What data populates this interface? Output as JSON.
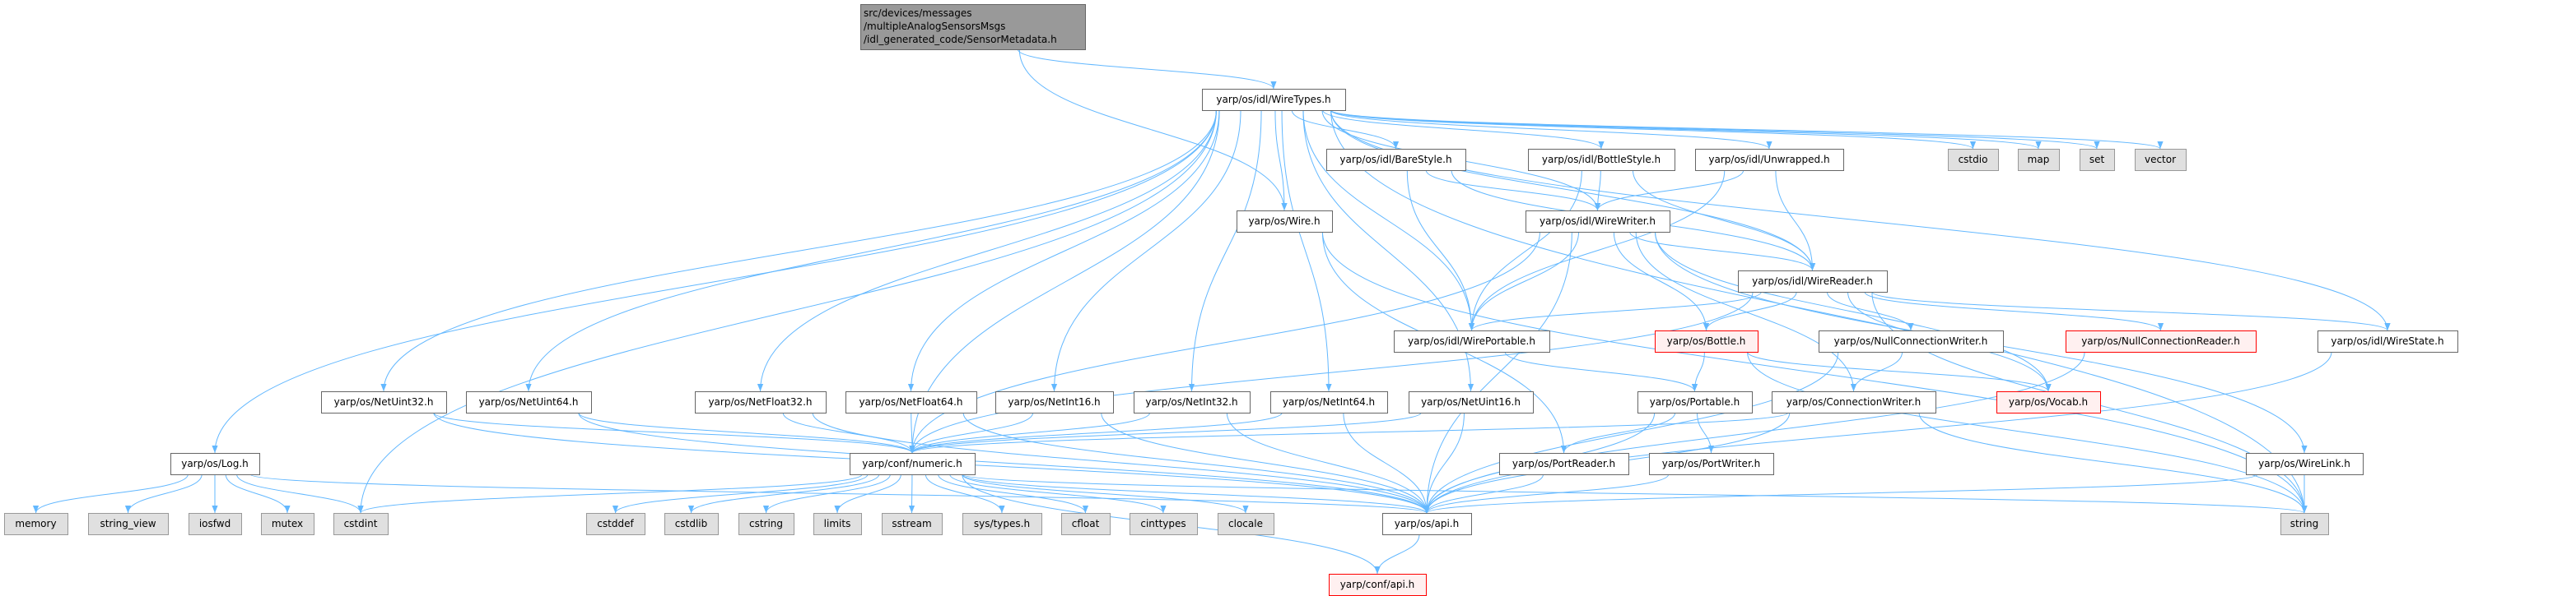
{
  "colors": {
    "edge": "#63b8ff",
    "root_fill": "#999999",
    "ext_fill": "#e0e0e0",
    "ext_stroke": "#999999",
    "file_stroke": "#666666",
    "red_fill": "#fff0f0",
    "red_stroke": "#ff0000"
  },
  "root": {
    "id": "root",
    "lines": [
      "src/devices/messages",
      "/multipleAnalogSensorsMsgs",
      "/idl_generated_code/SensorMetadata.h"
    ]
  },
  "nodes": [
    {
      "id": "WireTypes",
      "label": "yarp/os/idl/WireTypes.h",
      "kind": "file"
    },
    {
      "id": "BareStyle",
      "label": "yarp/os/idl/BareStyle.h",
      "kind": "file"
    },
    {
      "id": "BottleStyle",
      "label": "yarp/os/idl/BottleStyle.h",
      "kind": "file"
    },
    {
      "id": "Unwrapped",
      "label": "yarp/os/idl/Unwrapped.h",
      "kind": "file"
    },
    {
      "id": "cstdio",
      "label": "cstdio",
      "kind": "ext"
    },
    {
      "id": "map",
      "label": "map",
      "kind": "ext"
    },
    {
      "id": "set",
      "label": "set",
      "kind": "ext"
    },
    {
      "id": "vector",
      "label": "vector",
      "kind": "ext"
    },
    {
      "id": "Wire",
      "label": "yarp/os/Wire.h",
      "kind": "file"
    },
    {
      "id": "WireWriter",
      "label": "yarp/os/idl/WireWriter.h",
      "kind": "file"
    },
    {
      "id": "WireReader",
      "label": "yarp/os/idl/WireReader.h",
      "kind": "file"
    },
    {
      "id": "WirePortable",
      "label": "yarp/os/idl/WirePortable.h",
      "kind": "file"
    },
    {
      "id": "Bottle",
      "label": "yarp/os/Bottle.h",
      "kind": "red"
    },
    {
      "id": "NullConnectionWriter",
      "label": "yarp/os/NullConnectionWriter.h",
      "kind": "file"
    },
    {
      "id": "NullConnectionReader",
      "label": "yarp/os/NullConnectionReader.h",
      "kind": "red"
    },
    {
      "id": "WireState",
      "label": "yarp/os/idl/WireState.h",
      "kind": "file"
    },
    {
      "id": "NetUint32",
      "label": "yarp/os/NetUint32.h",
      "kind": "file"
    },
    {
      "id": "NetUint64",
      "label": "yarp/os/NetUint64.h",
      "kind": "file"
    },
    {
      "id": "NetFloat32",
      "label": "yarp/os/NetFloat32.h",
      "kind": "file"
    },
    {
      "id": "NetFloat64",
      "label": "yarp/os/NetFloat64.h",
      "kind": "file"
    },
    {
      "id": "NetInt16",
      "label": "yarp/os/NetInt16.h",
      "kind": "file"
    },
    {
      "id": "NetInt32",
      "label": "yarp/os/NetInt32.h",
      "kind": "file"
    },
    {
      "id": "NetInt64",
      "label": "yarp/os/NetInt64.h",
      "kind": "file"
    },
    {
      "id": "NetUint16",
      "label": "yarp/os/NetUint16.h",
      "kind": "file"
    },
    {
      "id": "Portable",
      "label": "yarp/os/Portable.h",
      "kind": "file"
    },
    {
      "id": "ConnectionWriter",
      "label": "yarp/os/ConnectionWriter.h",
      "kind": "file"
    },
    {
      "id": "Vocab",
      "label": "yarp/os/Vocab.h",
      "kind": "red"
    },
    {
      "id": "Log",
      "label": "yarp/os/Log.h",
      "kind": "file"
    },
    {
      "id": "numeric",
      "label": "yarp/conf/numeric.h",
      "kind": "file"
    },
    {
      "id": "PortReader",
      "label": "yarp/os/PortReader.h",
      "kind": "file"
    },
    {
      "id": "PortWriter",
      "label": "yarp/os/PortWriter.h",
      "kind": "file"
    },
    {
      "id": "WireLink",
      "label": "yarp/os/WireLink.h",
      "kind": "file"
    },
    {
      "id": "memory",
      "label": "memory",
      "kind": "ext"
    },
    {
      "id": "string_view",
      "label": "string_view",
      "kind": "ext"
    },
    {
      "id": "iosfwd",
      "label": "iosfwd",
      "kind": "ext"
    },
    {
      "id": "mutex",
      "label": "mutex",
      "kind": "ext"
    },
    {
      "id": "cstdint",
      "label": "cstdint",
      "kind": "ext"
    },
    {
      "id": "cstddef",
      "label": "cstddef",
      "kind": "ext"
    },
    {
      "id": "cstdlib",
      "label": "cstdlib",
      "kind": "ext"
    },
    {
      "id": "cstring",
      "label": "cstring",
      "kind": "ext"
    },
    {
      "id": "limits",
      "label": "limits",
      "kind": "ext"
    },
    {
      "id": "sstream",
      "label": "sstream",
      "kind": "ext"
    },
    {
      "id": "systypes",
      "label": "sys/types.h",
      "kind": "ext"
    },
    {
      "id": "cfloat",
      "label": "cfloat",
      "kind": "ext"
    },
    {
      "id": "cinttypes",
      "label": "cinttypes",
      "kind": "ext"
    },
    {
      "id": "clocale",
      "label": "clocale",
      "kind": "ext"
    },
    {
      "id": "api",
      "label": "yarp/os/api.h",
      "kind": "file"
    },
    {
      "id": "string",
      "label": "string",
      "kind": "ext"
    },
    {
      "id": "confapi",
      "label": "yarp/conf/api.h",
      "kind": "red"
    }
  ],
  "edges": [
    [
      "root",
      "WireTypes"
    ],
    [
      "root",
      "Wire"
    ],
    [
      "WireTypes",
      "Log"
    ],
    [
      "WireTypes",
      "cstdint"
    ],
    [
      "WireTypes",
      "NetUint32"
    ],
    [
      "WireTypes",
      "NetUint64"
    ],
    [
      "WireTypes",
      "NetFloat32"
    ],
    [
      "WireTypes",
      "NetFloat64"
    ],
    [
      "WireTypes",
      "NetInt16"
    ],
    [
      "WireTypes",
      "NetInt32"
    ],
    [
      "WireTypes",
      "NetInt64"
    ],
    [
      "WireTypes",
      "NetUint16"
    ],
    [
      "WireTypes",
      "numeric"
    ],
    [
      "WireTypes",
      "Wire"
    ],
    [
      "WireTypes",
      "BareStyle"
    ],
    [
      "WireTypes",
      "BottleStyle"
    ],
    [
      "WireTypes",
      "Unwrapped"
    ],
    [
      "WireTypes",
      "WireWriter"
    ],
    [
      "WireTypes",
      "WireReader"
    ],
    [
      "WireTypes",
      "WirePortable"
    ],
    [
      "WireTypes",
      "WireState"
    ],
    [
      "WireTypes",
      "cstdio"
    ],
    [
      "WireTypes",
      "map"
    ],
    [
      "WireTypes",
      "set"
    ],
    [
      "WireTypes",
      "vector"
    ],
    [
      "WireTypes",
      "string"
    ],
    [
      "Log",
      "memory"
    ],
    [
      "Log",
      "string_view"
    ],
    [
      "Log",
      "iosfwd"
    ],
    [
      "Log",
      "mutex"
    ],
    [
      "Log",
      "cstdint"
    ],
    [
      "Log",
      "api"
    ],
    [
      "NetUint32",
      "numeric"
    ],
    [
      "NetUint32",
      "api"
    ],
    [
      "NetUint64",
      "numeric"
    ],
    [
      "NetUint64",
      "api"
    ],
    [
      "NetFloat32",
      "numeric"
    ],
    [
      "NetFloat32",
      "api"
    ],
    [
      "NetFloat64",
      "numeric"
    ],
    [
      "NetFloat64",
      "api"
    ],
    [
      "NetInt16",
      "numeric"
    ],
    [
      "NetInt16",
      "api"
    ],
    [
      "NetInt32",
      "numeric"
    ],
    [
      "NetInt32",
      "api"
    ],
    [
      "NetInt64",
      "numeric"
    ],
    [
      "NetInt64",
      "api"
    ],
    [
      "NetUint16",
      "numeric"
    ],
    [
      "NetUint16",
      "api"
    ],
    [
      "numeric",
      "cstdint"
    ],
    [
      "numeric",
      "cstddef"
    ],
    [
      "numeric",
      "cstdlib"
    ],
    [
      "numeric",
      "cstring"
    ],
    [
      "numeric",
      "limits"
    ],
    [
      "numeric",
      "sstream"
    ],
    [
      "numeric",
      "systypes"
    ],
    [
      "numeric",
      "cfloat"
    ],
    [
      "numeric",
      "cinttypes"
    ],
    [
      "numeric",
      "clocale"
    ],
    [
      "numeric",
      "string"
    ],
    [
      "numeric",
      "confapi"
    ],
    [
      "numeric",
      "api"
    ],
    [
      "BareStyle",
      "WireWriter"
    ],
    [
      "BareStyle",
      "WireReader"
    ],
    [
      "BareStyle",
      "WirePortable"
    ],
    [
      "BottleStyle",
      "WireWriter"
    ],
    [
      "BottleStyle",
      "WireReader"
    ],
    [
      "BottleStyle",
      "WirePortable"
    ],
    [
      "Unwrapped",
      "WireWriter"
    ],
    [
      "Unwrapped",
      "WireReader"
    ],
    [
      "Unwrapped",
      "WirePortable"
    ],
    [
      "Wire",
      "PortReader"
    ],
    [
      "Wire",
      "string"
    ],
    [
      "WireWriter",
      "numeric"
    ],
    [
      "WireWriter",
      "WirePortable"
    ],
    [
      "WireWriter",
      "Bottle"
    ],
    [
      "WireWriter",
      "WireReader"
    ],
    [
      "WireWriter",
      "Vocab"
    ],
    [
      "WireWriter",
      "ConnectionWriter"
    ],
    [
      "WireWriter",
      "api"
    ],
    [
      "WireWriter",
      "WireLink"
    ],
    [
      "WireReader",
      "WirePortable"
    ],
    [
      "WireReader",
      "Bottle"
    ],
    [
      "WireReader",
      "NullConnectionWriter"
    ],
    [
      "WireReader",
      "NullConnectionReader"
    ],
    [
      "WireReader",
      "Vocab"
    ],
    [
      "WireReader",
      "WireState"
    ],
    [
      "WireReader",
      "string"
    ],
    [
      "WireReader",
      "numeric"
    ],
    [
      "WirePortable",
      "Portable"
    ],
    [
      "Bottle",
      "Portable"
    ],
    [
      "Bottle",
      "Vocab"
    ],
    [
      "Bottle",
      "string"
    ],
    [
      "NullConnectionWriter",
      "ConnectionWriter"
    ],
    [
      "NullConnectionWriter",
      "api"
    ],
    [
      "NullConnectionReader",
      "api"
    ],
    [
      "WireState",
      "api"
    ],
    [
      "ConnectionWriter",
      "numeric"
    ],
    [
      "ConnectionWriter",
      "api"
    ],
    [
      "ConnectionWriter",
      "string"
    ],
    [
      "Portable",
      "PortReader"
    ],
    [
      "Portable",
      "PortWriter"
    ],
    [
      "Portable",
      "api"
    ],
    [
      "PortReader",
      "api"
    ],
    [
      "PortWriter",
      "api"
    ],
    [
      "WireLink",
      "api"
    ],
    [
      "WireLink",
      "string"
    ],
    [
      "api",
      "confapi"
    ]
  ]
}
